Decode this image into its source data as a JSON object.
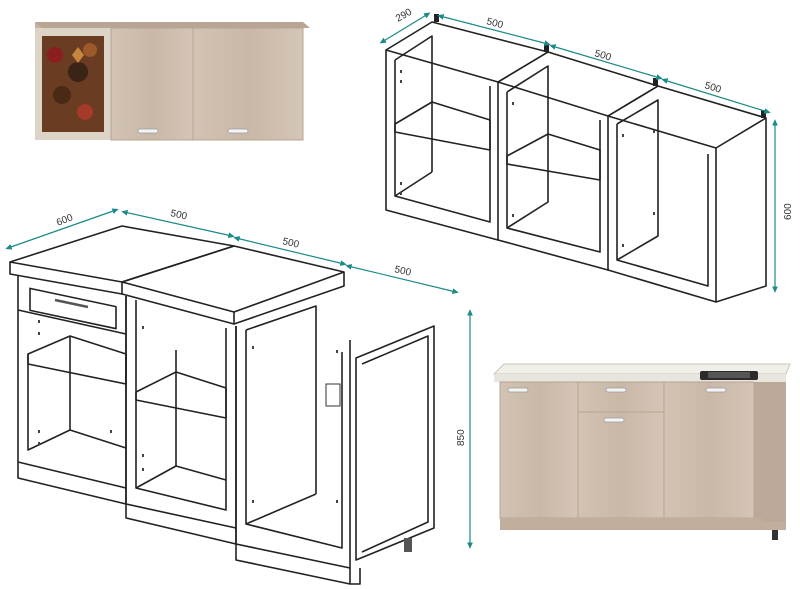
{
  "wall_set": {
    "dims": {
      "depth": "290",
      "width1": "500",
      "width2": "500",
      "width3": "500",
      "height": "600"
    }
  },
  "floor_set": {
    "dims": {
      "depth": "600",
      "width1": "500",
      "width2": "500",
      "width3": "500",
      "height": "850"
    }
  },
  "colors": {
    "dimension_line": "#1c8a86",
    "wood": "#cdbdae",
    "countertop": "#f1efe9"
  }
}
